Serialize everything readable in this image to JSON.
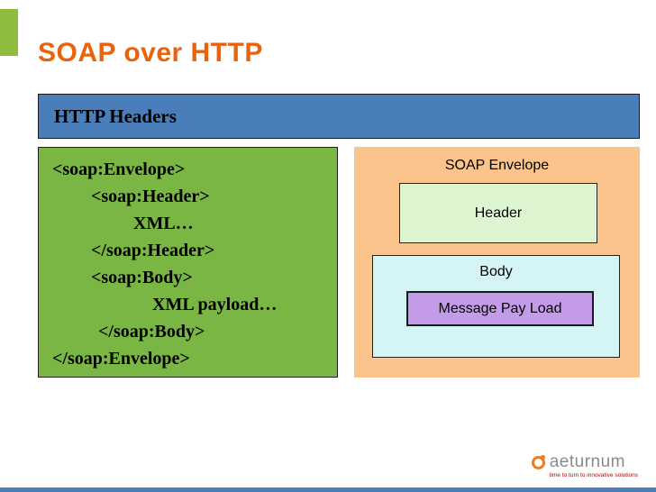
{
  "slide": {
    "title": "SOAP over HTTP",
    "title_color": "#E8630C",
    "accent_bar_color": "#8FBC3F",
    "bottom_strip_color": "#4A7EBB"
  },
  "http_bar": {
    "label": "HTTP Headers",
    "bg_color": "#4A7EBB"
  },
  "soap_code": {
    "bg_color": "#79B644",
    "lines": [
      "<soap:Envelope>",
      "<soap:Header>",
      "XML…",
      "</soap:Header>",
      "<soap:Body>",
      "XML payload…",
      "</soap:Body>",
      "</soap:Envelope>"
    ]
  },
  "envelope": {
    "title": "SOAP Envelope",
    "bg_color": "#FBC48D",
    "header_label": "Header",
    "header_bg": "#DDF5D1",
    "body_label": "Body",
    "body_bg": "#D4F4F6",
    "payload_label": "Message Pay Load",
    "payload_bg": "#C49BE8"
  },
  "footer": {
    "logo_text": "aeturnum",
    "tagline": "time to turn to innovative solutions",
    "logo_color": "#EE7D1C",
    "tagline_color": "#C00000",
    "logo_text_color": "#8a8a8a"
  }
}
